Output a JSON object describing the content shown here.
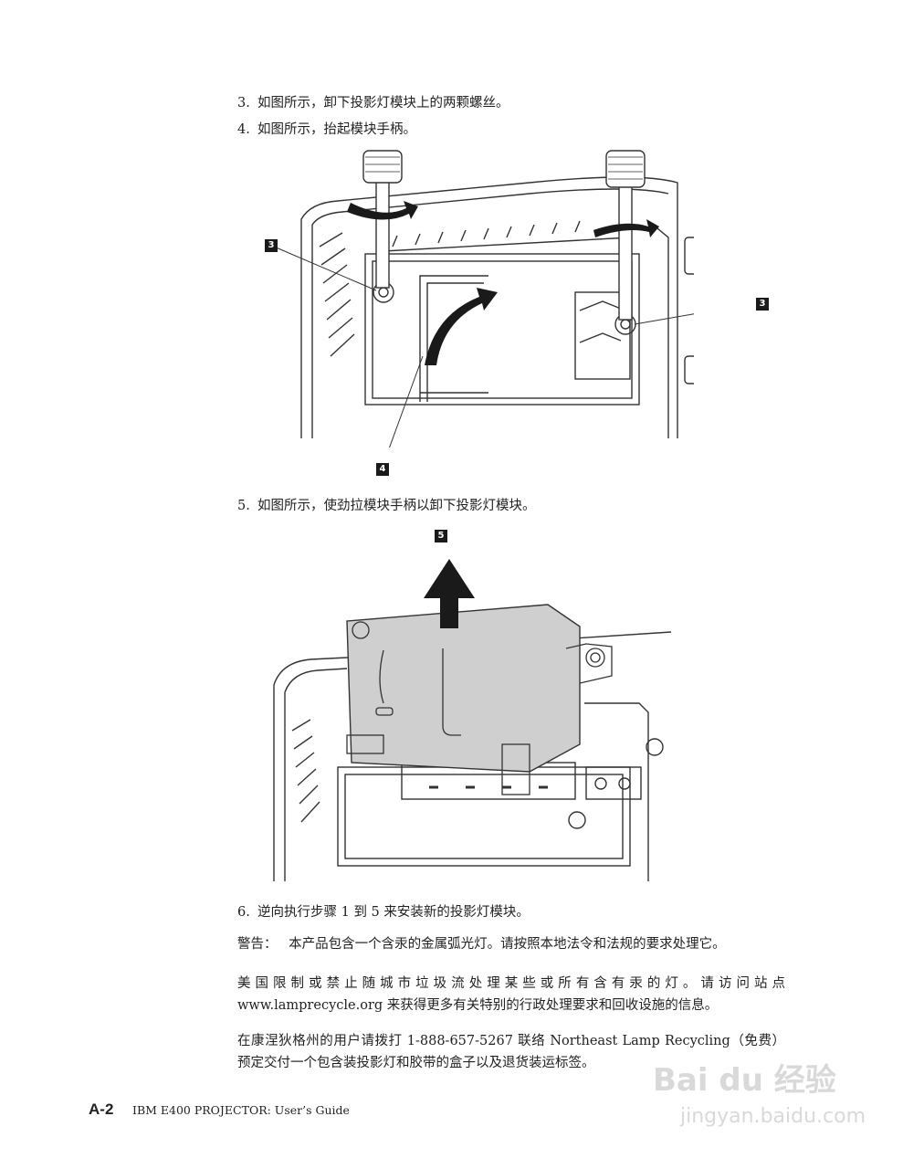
{
  "steps_top": [
    {
      "num": "3.",
      "text": "如图所示，卸下投影灯模块上的两颗螺丝。"
    },
    {
      "num": "4.",
      "text": "如图所示，抬起模块手柄。"
    }
  ],
  "figure1": {
    "callouts": [
      "3",
      "3",
      "4"
    ]
  },
  "step5": {
    "num": "5.",
    "text": "如图所示，使劲拉模块手柄以卸下投影灯模块。"
  },
  "figure2": {
    "callout": "5"
  },
  "step6": {
    "num": "6.",
    "text": "逆向执行步骤 1 到 5 来安装新的投影灯模块。"
  },
  "warning": {
    "label": "警告：",
    "text": "本产品包含一个含汞的金属弧光灯。请按照本地法令和法规的要求处理它。"
  },
  "para1": "美国限制或禁止随城市垃圾流处理某些或所有含有汞的灯。请访问站点 www.lamprecycle.org 来获得更多有关特别的行政处理要求和回收设施的信息。",
  "para2": "在康涅狄格州的用户请拨打 1-888-657-5267 联络 Northeast Lamp Recycling（免费）预定交付一个包含装投影灯和胶带的盒子以及退货装运标签。",
  "footer": {
    "page": "A-2",
    "title": "IBM E400 PROJECTOR: User’s Guide"
  },
  "watermark": {
    "brand": "Bai du 经验",
    "url": "jingyan.baidu.com"
  }
}
